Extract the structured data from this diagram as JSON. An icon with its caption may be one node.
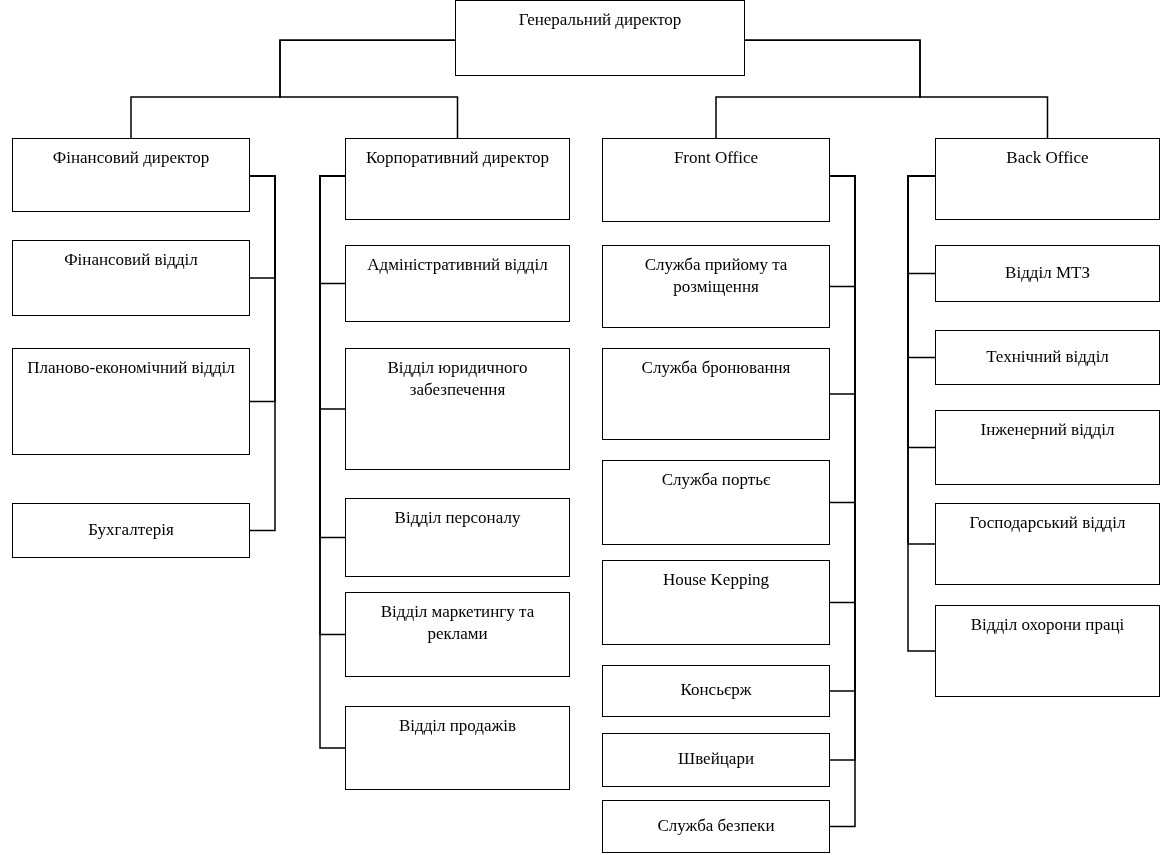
{
  "diagram": {
    "nodes": [
      {
        "text": [
          "Генеральний директор"
        ]
      },
      {
        "text": [
          "Фінансовий директор"
        ]
      },
      {
        "text": [
          "Фінансовий відділ"
        ]
      },
      {
        "text": [
          "Планово-економічний відділ"
        ]
      },
      {
        "text": [
          "Бухгалтерія"
        ]
      },
      {
        "text": [
          "Корпоративний директор"
        ]
      },
      {
        "text": [
          "Адміністративний відділ"
        ]
      },
      {
        "text": [
          "Відділ юридичного забезпечення"
        ]
      },
      {
        "text": [
          "Відділ персоналу"
        ]
      },
      {
        "text": [
          "Відділ маркетингу та реклами"
        ]
      },
      {
        "text": [
          "Відділ продажів"
        ]
      },
      {
        "text": [
          "Front Office"
        ]
      },
      {
        "text": [
          "Служба прийому та розміщення"
        ]
      },
      {
        "text": [
          "Служба бронювання"
        ]
      },
      {
        "text": [
          "Служба портьє"
        ]
      },
      {
        "text": [
          "House Kepping"
        ]
      },
      {
        "text": [
          "Консьєрж"
        ]
      },
      {
        "text": [
          "Швейцари"
        ]
      },
      {
        "text": [
          "Служба безпеки"
        ]
      },
      {
        "text": [
          "Back Office"
        ]
      },
      {
        "text": [
          "Відділ МТЗ"
        ]
      },
      {
        "text": [
          "Технічний відділ"
        ]
      },
      {
        "text": [
          "Інженерний відділ"
        ]
      },
      {
        "text": [
          "Господарський відділ"
        ]
      },
      {
        "text": [
          "Відділ охорони праці"
        ]
      }
    ],
    "edges": [
      {
        "from": 0,
        "to": 1,
        "arrow": "none"
      },
      {
        "from": 0,
        "to": 5,
        "arrow": "none"
      },
      {
        "from": 0,
        "to": 11,
        "arrow": "none"
      },
      {
        "from": 0,
        "to": 19,
        "arrow": "none"
      },
      {
        "from": 1,
        "to": 2,
        "arrow": "none"
      },
      {
        "from": 1,
        "to": 3,
        "arrow": "none"
      },
      {
        "from": 1,
        "to": 4,
        "arrow": "none"
      },
      {
        "from": 5,
        "to": 6,
        "arrow": "none"
      },
      {
        "from": 5,
        "to": 7,
        "arrow": "none"
      },
      {
        "from": 5,
        "to": 8,
        "arrow": "none"
      },
      {
        "from": 5,
        "to": 9,
        "arrow": "none"
      },
      {
        "from": 5,
        "to": 10,
        "arrow": "none"
      },
      {
        "from": 11,
        "to": 12,
        "arrow": "none"
      },
      {
        "from": 11,
        "to": 13,
        "arrow": "none"
      },
      {
        "from": 11,
        "to": 14,
        "arrow": "none"
      },
      {
        "from": 11,
        "to": 15,
        "arrow": "none"
      },
      {
        "from": 11,
        "to": 16,
        "arrow": "none"
      },
      {
        "from": 11,
        "to": 17,
        "arrow": "none"
      },
      {
        "from": 11,
        "to": 18,
        "arrow": "none"
      },
      {
        "from": 19,
        "to": 20,
        "arrow": "none"
      },
      {
        "from": 19,
        "to": 21,
        "arrow": "none"
      },
      {
        "from": 19,
        "to": 22,
        "arrow": "none"
      },
      {
        "from": 19,
        "to": 23,
        "arrow": "none"
      },
      {
        "from": 19,
        "to": 24,
        "arrow": "none"
      }
    ]
  }
}
